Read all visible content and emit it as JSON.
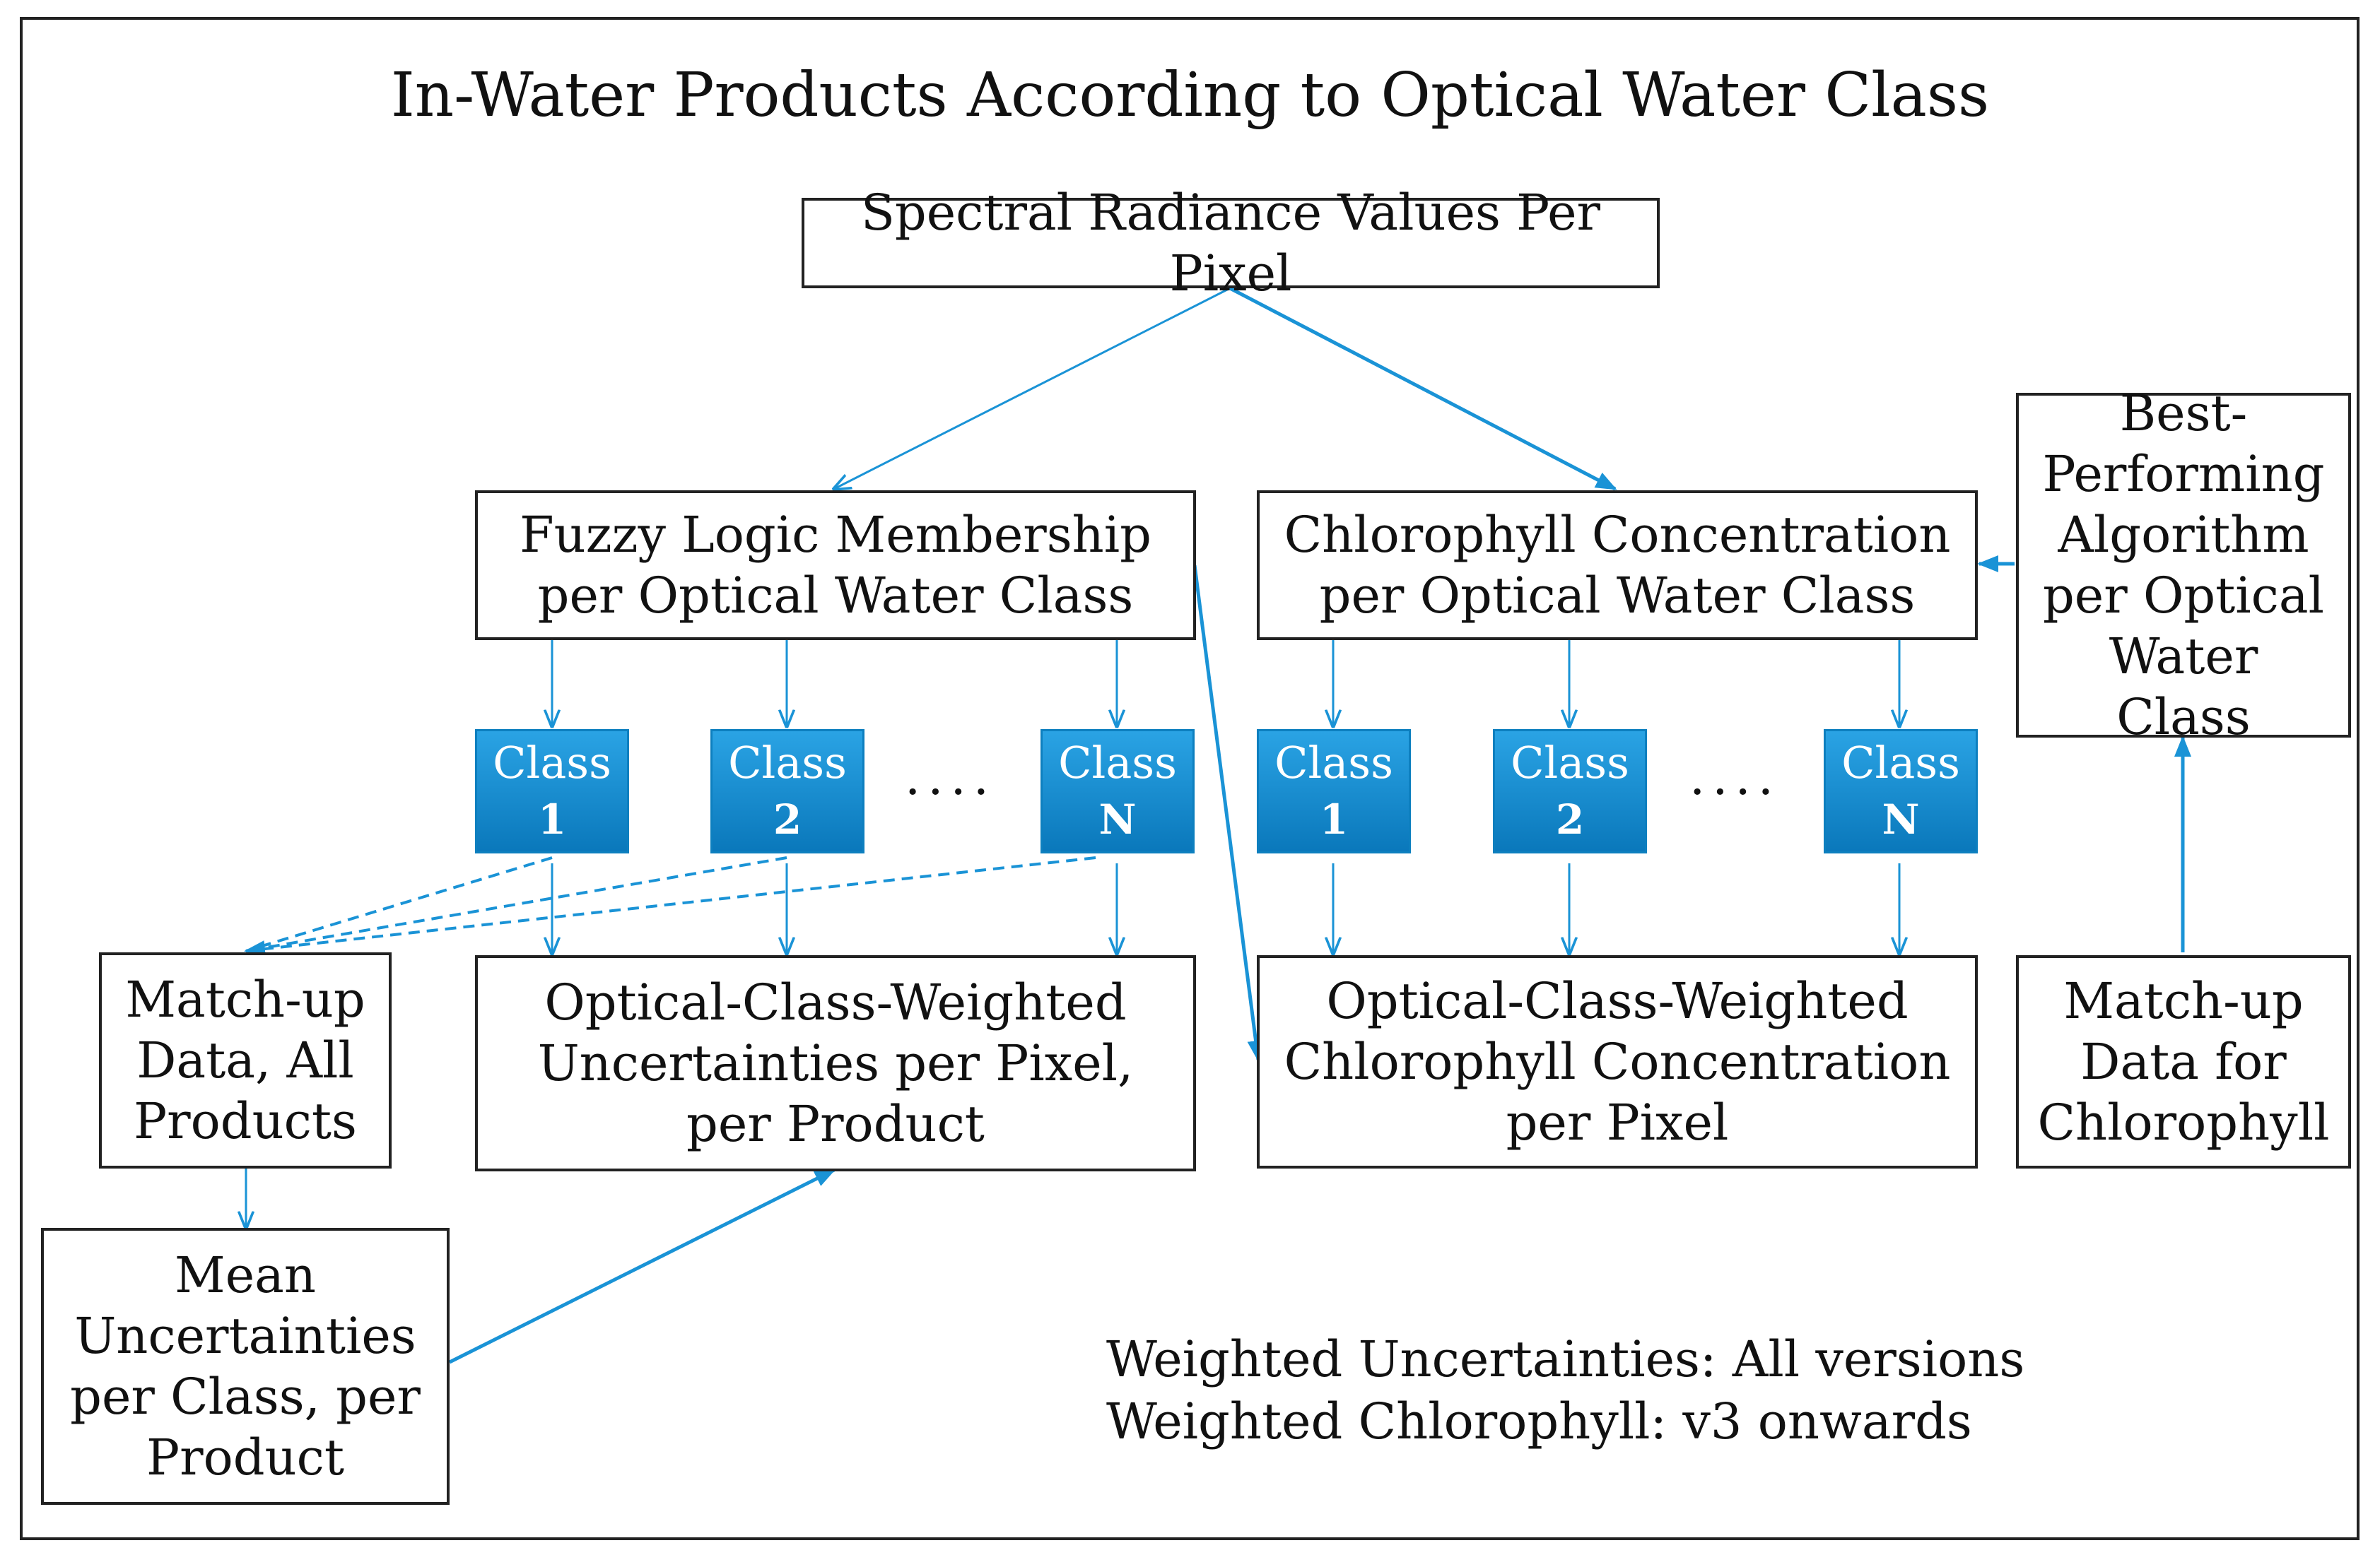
{
  "title": "In-Water Products According to Optical Water Class",
  "boxes": {
    "spectral": "Spectral Radiance Values Per Pixel",
    "fuzzy": "Fuzzy Logic Membership per Optical Water Class",
    "chl_class": "Chlorophyll Concentration per Optical Water Class",
    "best_algo": "Best-Performing Algorithm per Optical Water Class",
    "matchup_all": "Match-up Data, All Products",
    "weighted_unc": "Optical-Class-Weighted Uncertainties per Pixel, per Product",
    "weighted_chl": "Optical-Class-Weighted Chlorophyll Concentration per Pixel",
    "matchup_chl": "Match-up Data for Chlorophyll",
    "mean_unc": "Mean Uncertainties per Class, per Product"
  },
  "class_label": "Class",
  "class_numbers": [
    "1",
    "2",
    "N"
  ],
  "ellipsis": "....",
  "notes": [
    "Weighted Uncertainties: All versions",
    "Weighted Chlorophyll: v3 onwards"
  ],
  "colors": {
    "accent": "#1a93d6",
    "class_fill_top": "#2aa3e4",
    "class_fill_bottom": "#0a78bb",
    "border": "#222222"
  }
}
